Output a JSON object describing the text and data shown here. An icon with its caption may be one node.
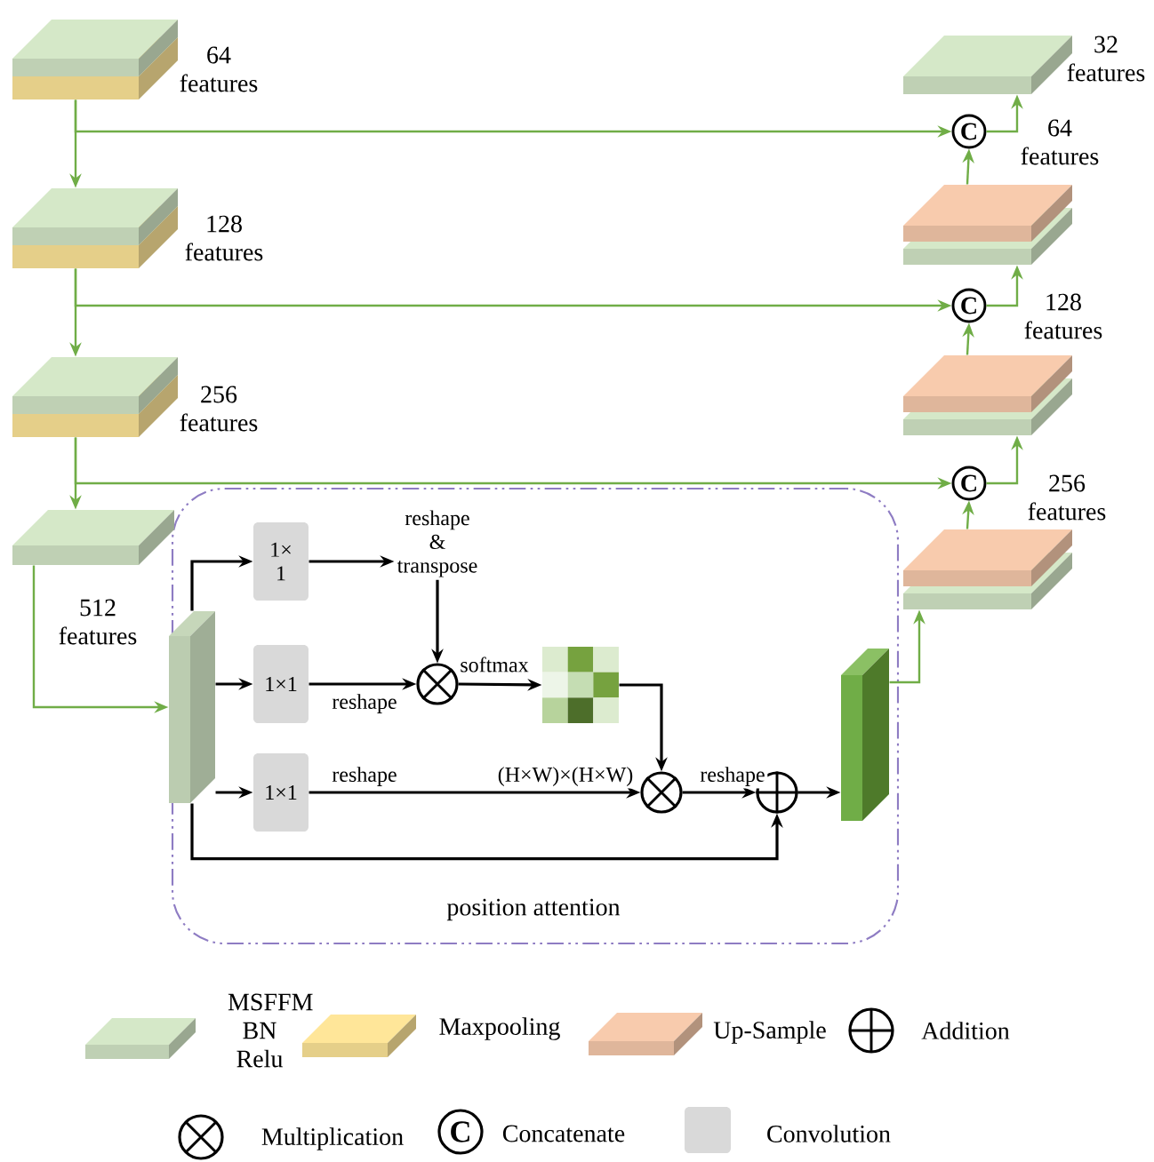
{
  "diagram": {
    "nodes": [
      {
        "text": [],
        "shape": "box",
        "beside": [
          "64 features"
        ]
      },
      {
        "text": [],
        "shape": "box",
        "beside": [
          "128 features"
        ]
      },
      {
        "text": [],
        "shape": "box",
        "beside": [
          "256 features"
        ]
      },
      {
        "text": [],
        "shape": "box",
        "beside": [
          "512 features"
        ]
      },
      {
        "text": [],
        "shape": "box",
        "beside": [
          "32 features"
        ]
      },
      {
        "text": [
          "C"
        ]
      },
      {
        "text": [],
        "shape": "box"
      },
      {
        "text": [
          "C"
        ]
      },
      {
        "text": [],
        "shape": "box"
      },
      {
        "text": [
          "C"
        ]
      },
      {
        "text": [],
        "shape": "box"
      },
      {
        "text": [
          "position attention"
        ]
      },
      {
        "text": [],
        "shape": "box",
        "in": 11
      },
      {
        "text": [
          "1× 1"
        ],
        "in": 11
      },
      {
        "text": [
          "1×1"
        ],
        "in": 11
      },
      {
        "text": [
          "1×1"
        ],
        "in": 11
      },
      {
        "text": [
          "reshape & transpose"
        ],
        "in": 11
      },
      {
        "text": [],
        "shape": "circle",
        "in": 11
      },
      {
        "text": [],
        "shape": "box",
        "in": 11
      },
      {
        "text": [],
        "shape": "circle",
        "in": 11
      },
      {
        "text": [],
        "shape": "circle",
        "in": 11
      },
      {
        "text": [],
        "shape": "box",
        "in": 11
      }
    ],
    "edges": [
      {
        "from": 0,
        "to": 1,
        "arrow": "to"
      },
      {
        "from": 1,
        "to": 2,
        "arrow": "to"
      },
      {
        "from": 2,
        "to": 3,
        "arrow": "to"
      },
      {
        "from": 0,
        "to": 5,
        "arrow": "to"
      },
      {
        "from": 1,
        "to": 7,
        "arrow": "to"
      },
      {
        "from": 2,
        "to": 9,
        "arrow": "to"
      },
      {
        "from": 3,
        "to": 12,
        "arrow": "to"
      },
      {
        "from": 12,
        "to": 13,
        "arrow": "to",
        "color": "#000000"
      },
      {
        "from": 12,
        "to": 14,
        "arrow": "to",
        "color": "#000000"
      },
      {
        "from": 12,
        "to": 15,
        "arrow": "to",
        "color": "#000000"
      },
      {
        "from": 12,
        "to": 20,
        "arrow": "to",
        "color": "#000000"
      },
      {
        "from": 13,
        "to": 16,
        "arrow": "to",
        "color": "#000000"
      },
      {
        "from": 16,
        "to": 17,
        "arrow": "to",
        "color": "#000000"
      },
      {
        "from": 14,
        "to": 17,
        "arrow": "to",
        "label": "reshape",
        "color": "#000000"
      },
      {
        "from": 17,
        "to": 18,
        "arrow": "to",
        "label": "softmax",
        "color": "#000000"
      },
      {
        "from": 18,
        "to": 19,
        "arrow": "to",
        "color": "#000000"
      },
      {
        "from": 15,
        "to": 19,
        "arrow": "to",
        "label": "reshape",
        "color": "#000000"
      },
      {
        "from": 19,
        "to": 20,
        "arrow": "to",
        "label": "reshape",
        "color": "#000000"
      },
      {
        "from": 20,
        "to": 21,
        "arrow": "to",
        "color": "#000000"
      },
      {
        "from": 21,
        "to": 10,
        "arrow": "to"
      },
      {
        "from": 10,
        "to": 9,
        "arrow": "to"
      },
      {
        "from": 9,
        "to": 8,
        "arrow": "to"
      },
      {
        "from": 8,
        "to": 7,
        "arrow": "to"
      },
      {
        "from": 7,
        "to": 6,
        "arrow": "to"
      },
      {
        "from": 6,
        "to": 5,
        "arrow": "to"
      },
      {
        "from": 5,
        "to": 4,
        "arrow": "to"
      }
    ],
    "labels": [
      "64 features",
      "128 features",
      "256 features",
      "(H×W)×(H×W)",
      "C"
    ],
    "legend": [
      {
        "text": "MSFFM BN Relu",
        "color": "#d5e8c8"
      },
      {
        "text": "Maxpooling",
        "color": "#ffe699"
      },
      {
        "text": "Up-Sample",
        "color": "#f8cbad"
      },
      {
        "text": "Addition"
      },
      {
        "text": "Multiplication"
      },
      {
        "text": "Concatenate"
      },
      {
        "text": "Convolution",
        "color": "#d9d9d9"
      }
    ]
  }
}
